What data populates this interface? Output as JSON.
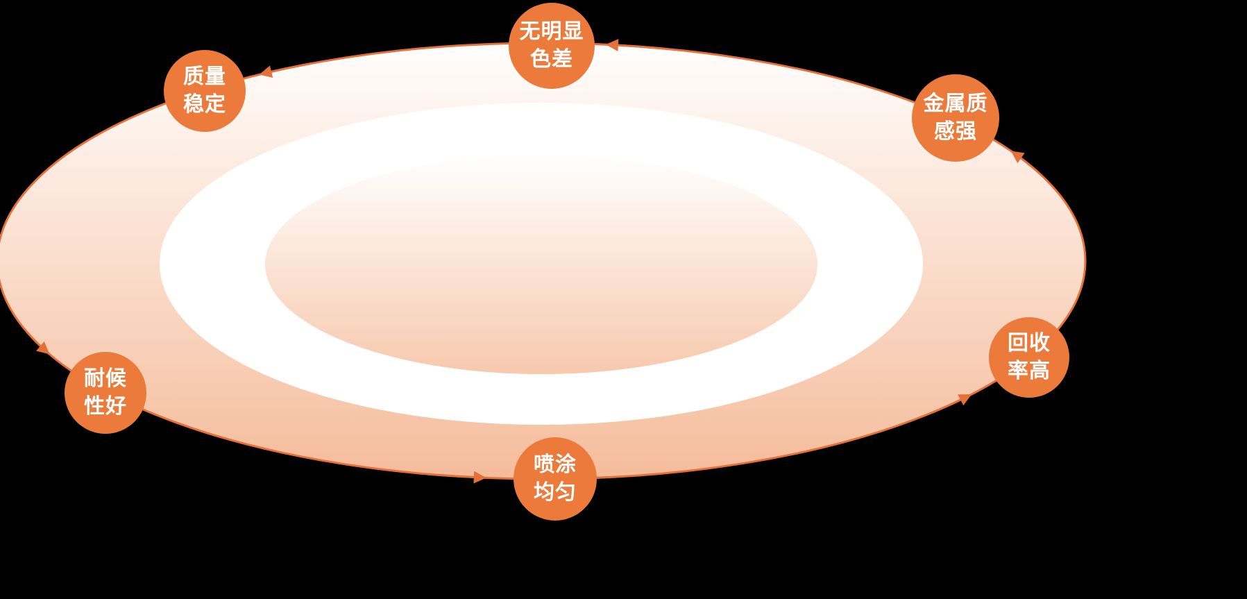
{
  "diagram": {
    "type": "cycle",
    "direction": "counterclockwise",
    "nodes": [
      {
        "id": "no-color-difference",
        "line1": "无明显",
        "line2": "色差"
      },
      {
        "id": "stable-quality",
        "line1": "质量",
        "line2": "稳定"
      },
      {
        "id": "strong-metallic-texture",
        "line1": "金属质",
        "line2": "感强"
      },
      {
        "id": "good-weather-resistance",
        "line1": "耐候",
        "line2": "性好"
      },
      {
        "id": "high-recovery-rate",
        "line1": "回收",
        "line2": "率高"
      },
      {
        "id": "even-spraying",
        "line1": "喷涂",
        "line2": "均匀"
      }
    ],
    "colors": {
      "background": "#000000",
      "badge": "#EC7A3B",
      "stroke": "#E4703A",
      "ring": "#FFFFFF",
      "gradient_top": "#FFFEFD",
      "gradient_bottom": "#F5BC9B",
      "inner_gradient_top": "#FFFFFF",
      "inner_gradient_bottom": "#F7C9AD",
      "text": "#FFFFFF"
    }
  }
}
